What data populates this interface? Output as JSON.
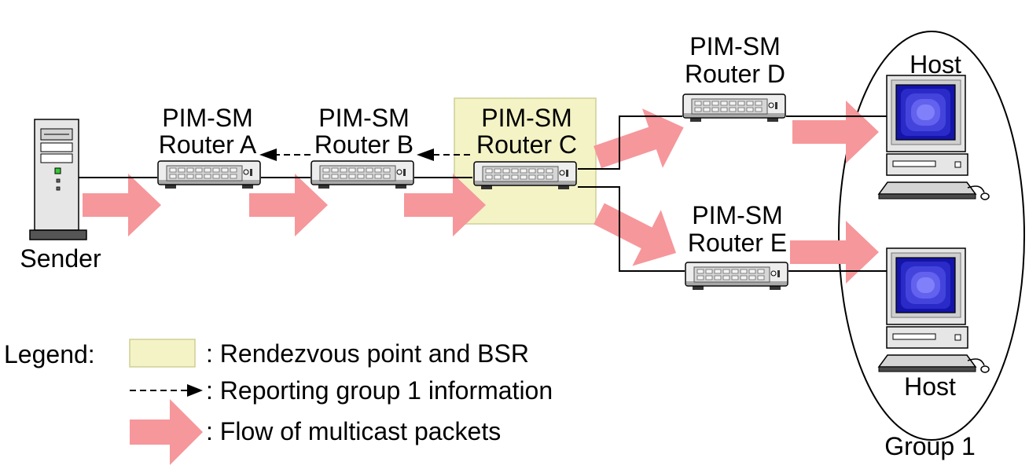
{
  "colors": {
    "rendezvous_highlight": "#f3f3c5",
    "rendezvous_border": "#d2d29a",
    "multicast_flow": "#f6979b"
  },
  "sender": {
    "label": "Sender",
    "icon": "server-icon"
  },
  "routers": [
    {
      "line1": "PIM-SM",
      "line2": "Router A",
      "icon": "router-icon"
    },
    {
      "line1": "PIM-SM",
      "line2": "Router B",
      "icon": "router-icon"
    },
    {
      "line1": "PIM-SM",
      "line2": "Router C",
      "icon": "router-icon"
    },
    {
      "line1": "PIM-SM",
      "line2": "Router D",
      "icon": "router-icon"
    },
    {
      "line1": "PIM-SM",
      "line2": "Router E",
      "icon": "router-icon"
    }
  ],
  "hosts": [
    {
      "label": "Host",
      "icon": "computer-icon"
    },
    {
      "label": "Host",
      "icon": "computer-icon"
    }
  ],
  "group": {
    "label": "Group 1"
  },
  "legend": {
    "title": "Legend:",
    "items": [
      {
        "text": ": Rendezvous point and BSR"
      },
      {
        "text": ": Reporting group 1 information"
      },
      {
        "text": ": Flow of multicast packets"
      }
    ]
  }
}
